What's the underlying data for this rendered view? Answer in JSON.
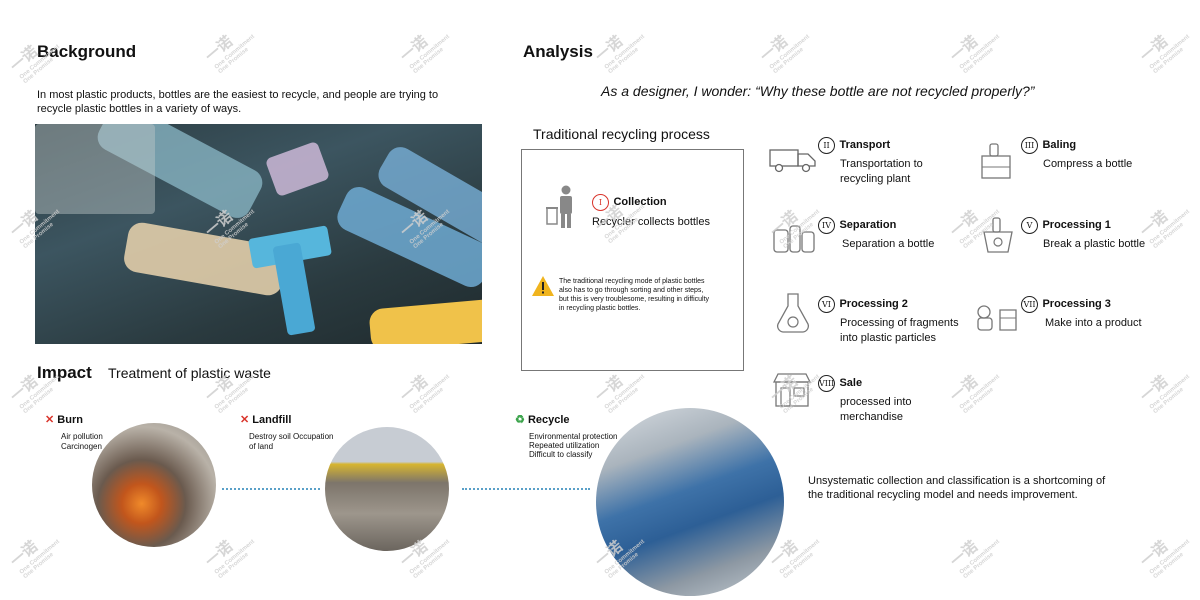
{
  "background": {
    "title": "Background",
    "text_line1": "In most plastic products, bottles are the easiest to recycle, and people are trying to",
    "text_line2": "recycle plastic bottles in a variety of ways."
  },
  "impact": {
    "title": "Impact",
    "subtitle": "Treatment of plastic waste",
    "burn": {
      "label": "Burn",
      "desc1": "Air pollution",
      "desc2": "Carcinogen"
    },
    "landfill": {
      "label": "Landfill",
      "desc1": "Destroy soil  Occupation",
      "desc2": "of land"
    },
    "recycle": {
      "label": "Recycle",
      "desc1": "Environmental protection",
      "desc2": "Repeated utilization",
      "desc3": "Difficult to classify"
    }
  },
  "analysis": {
    "title": "Analysis",
    "quote": "As a designer, I wonder: “Why these bottle are not recycled properly?”",
    "process_title": "Traditional  recycling process",
    "collection": {
      "numeral": "I",
      "title": "Collection",
      "desc": "Recycler collects bottles"
    },
    "warning": {
      "line1": "The traditional recycling mode of plastic bottles",
      "line2": "also has to go through sorting and other steps,",
      "line3": "but this is very troublesome, resulting in difficulty",
      "line4": "in recycling plastic bottles."
    },
    "steps": [
      {
        "numeral": "II",
        "title": "Transport",
        "desc1": "Transportation to",
        "desc2": "recycling plant",
        "icon": "truck-icon"
      },
      {
        "numeral": "III",
        "title": "Baling",
        "desc1": "Compress a bottle",
        "desc2": "",
        "icon": "baling-icon"
      },
      {
        "numeral": "IV",
        "title": "Separation",
        "desc1": "Separation a bottle",
        "desc2": "",
        "icon": "separation-icon"
      },
      {
        "numeral": "V",
        "title": "Processing 1",
        "desc1": "Break a plastic bottle",
        "desc2": "",
        "icon": "basket-icon"
      },
      {
        "numeral": "VI",
        "title": "Processing 2",
        "desc1": "Processing of fragments",
        "desc2": "into plastic particles",
        "icon": "flask-icon"
      },
      {
        "numeral": "VII",
        "title": "Processing 3",
        "desc1": "Make into a product",
        "desc2": "",
        "icon": "toys-icon"
      },
      {
        "numeral": "VIII",
        "title": "Sale",
        "desc1": "processed into",
        "desc2": "merchandise",
        "icon": "shop-icon"
      }
    ],
    "conclusion1": "Unsystematic collection and classification is a shortcoming of",
    "conclusion2": "the traditional recycling model and needs improvement."
  },
  "watermark": {
    "chars": "一诺",
    "line1": "One Commitment",
    "line2": "One Promise"
  },
  "colors": {
    "accent_red": "#d9342b",
    "accent_green": "#3aa34a",
    "dot_blue": "#5aa0c8"
  }
}
